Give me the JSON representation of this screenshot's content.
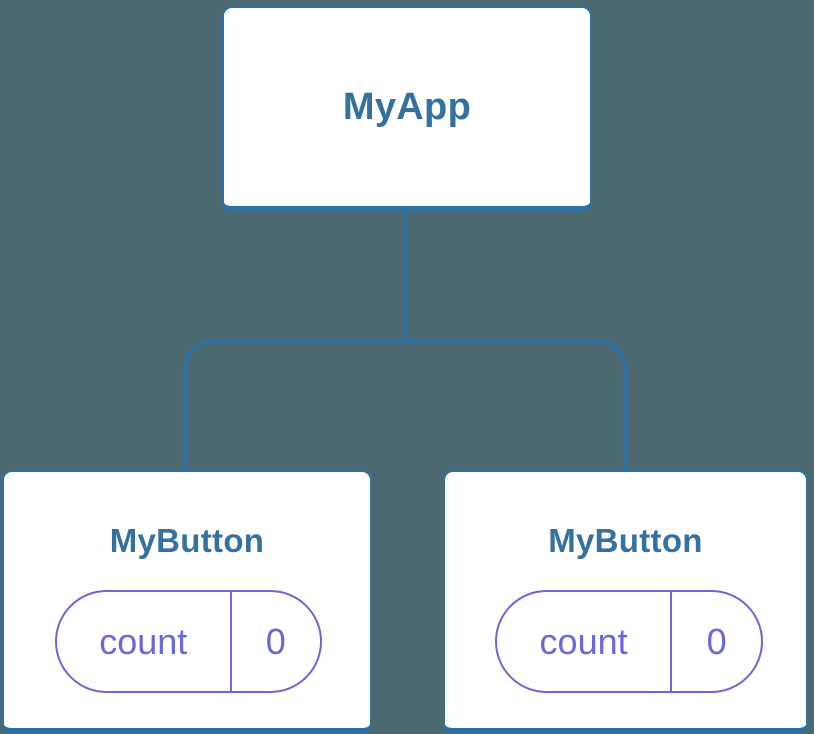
{
  "diagram": {
    "name": "component-tree",
    "colors": {
      "background": "#4C6870",
      "connector": "#2E72A4",
      "card_border": "#2E72A4",
      "card_text": "#35719E",
      "state_accent": "#6A67DA"
    },
    "root": {
      "label": "MyApp"
    },
    "children": [
      {
        "label": "MyButton",
        "state": {
          "key": "count",
          "value": "0"
        }
      },
      {
        "label": "MyButton",
        "state": {
          "key": "count",
          "value": "0"
        }
      }
    ]
  }
}
